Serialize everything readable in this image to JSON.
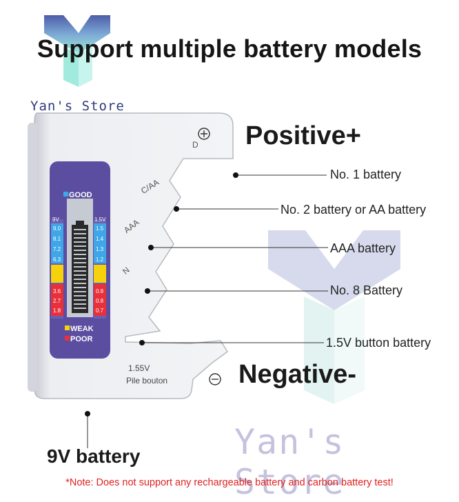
{
  "title": "Support multiple battery models",
  "watermark_small": "Yan's Store",
  "watermark_big": "Yan's Store",
  "positive_label": "Positive+",
  "negative_label": "Negative-",
  "nine_volt_label": "9V battery",
  "callouts": {
    "no1": "No. 1 battery",
    "no2": "No. 2 battery or AA battery",
    "aaa": "AAA battery",
    "no8": "No. 8 Battery",
    "button": "1.5V button battery"
  },
  "device_labels": {
    "d": "D",
    "caa": "C/AA",
    "aaa": "AAA",
    "n": "N",
    "pile_line1": "1.55V",
    "pile_line2": "Pile bouton"
  },
  "meter": {
    "good": "GOOD",
    "weak": "WEAK",
    "poor": "POOR",
    "left_header": "9V",
    "right_header": "1.5V",
    "left_scale": [
      "9.0",
      "8.1",
      "7.2",
      "6.3",
      "",
      "",
      "3.6",
      "2.7",
      "1.8"
    ],
    "right_scale": [
      "1.5",
      "1.4",
      "1.3",
      "1.2",
      "",
      "",
      "0.8",
      "0.8",
      "0.7"
    ],
    "colors": {
      "good": "#3fa7e8",
      "weak": "#f5d20c",
      "poor": "#e8303a",
      "panel": "#5b4ea0"
    }
  },
  "note": "*Note: Does not support any rechargeable battery and carbon battery test!",
  "colors": {
    "note": "#e02020",
    "logo_dark": "#2d3a7a",
    "logo_light": "#7be0d4"
  }
}
